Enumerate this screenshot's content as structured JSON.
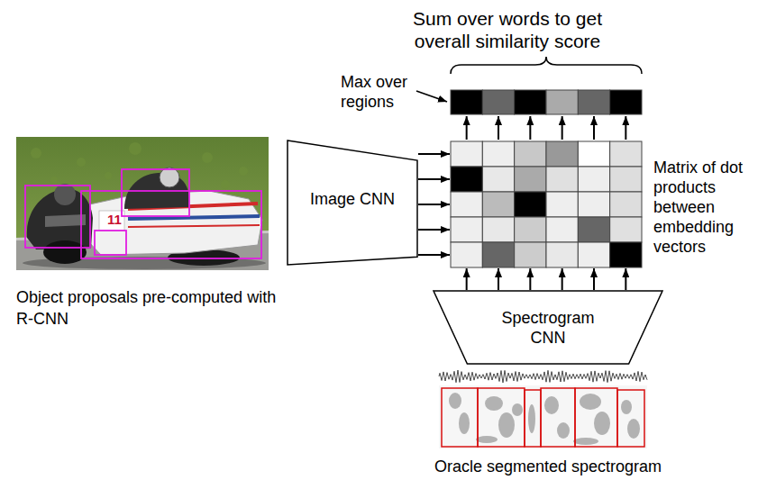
{
  "diagram": {
    "nodes": [
      {
        "text": [
          "Image CNN"
        ]
      },
      {
        "text": [
          "Matrix of dot products between embedding vectors"
        ]
      },
      {
        "text": [
          "Spectrogram CNN"
        ]
      }
    ],
    "edges": [
      {
        "from": 0,
        "to": 1,
        "arrow": "to"
      },
      {
        "from": 0,
        "to": 1,
        "arrow": "to"
      },
      {
        "from": 0,
        "to": 1,
        "arrow": "to"
      },
      {
        "from": 0,
        "to": 1,
        "arrow": "to"
      },
      {
        "from": 0,
        "to": 1,
        "arrow": "to"
      },
      {
        "from": 2,
        "to": 1,
        "arrow": "to"
      },
      {
        "from": 2,
        "to": 1,
        "arrow": "to"
      },
      {
        "from": 2,
        "to": 1,
        "arrow": "to"
      },
      {
        "from": 2,
        "to": 1,
        "arrow": "to"
      },
      {
        "from": 2,
        "to": 1,
        "arrow": "to"
      },
      {
        "from": 2,
        "to": 1,
        "arrow": "to"
      }
    ],
    "labels": [
      "Sum over words to get overall similarity score",
      "Max over regions",
      "11",
      "Object proposals pre-computed with R-CNN",
      "Oracle segmented spectrogram"
    ]
  }
}
